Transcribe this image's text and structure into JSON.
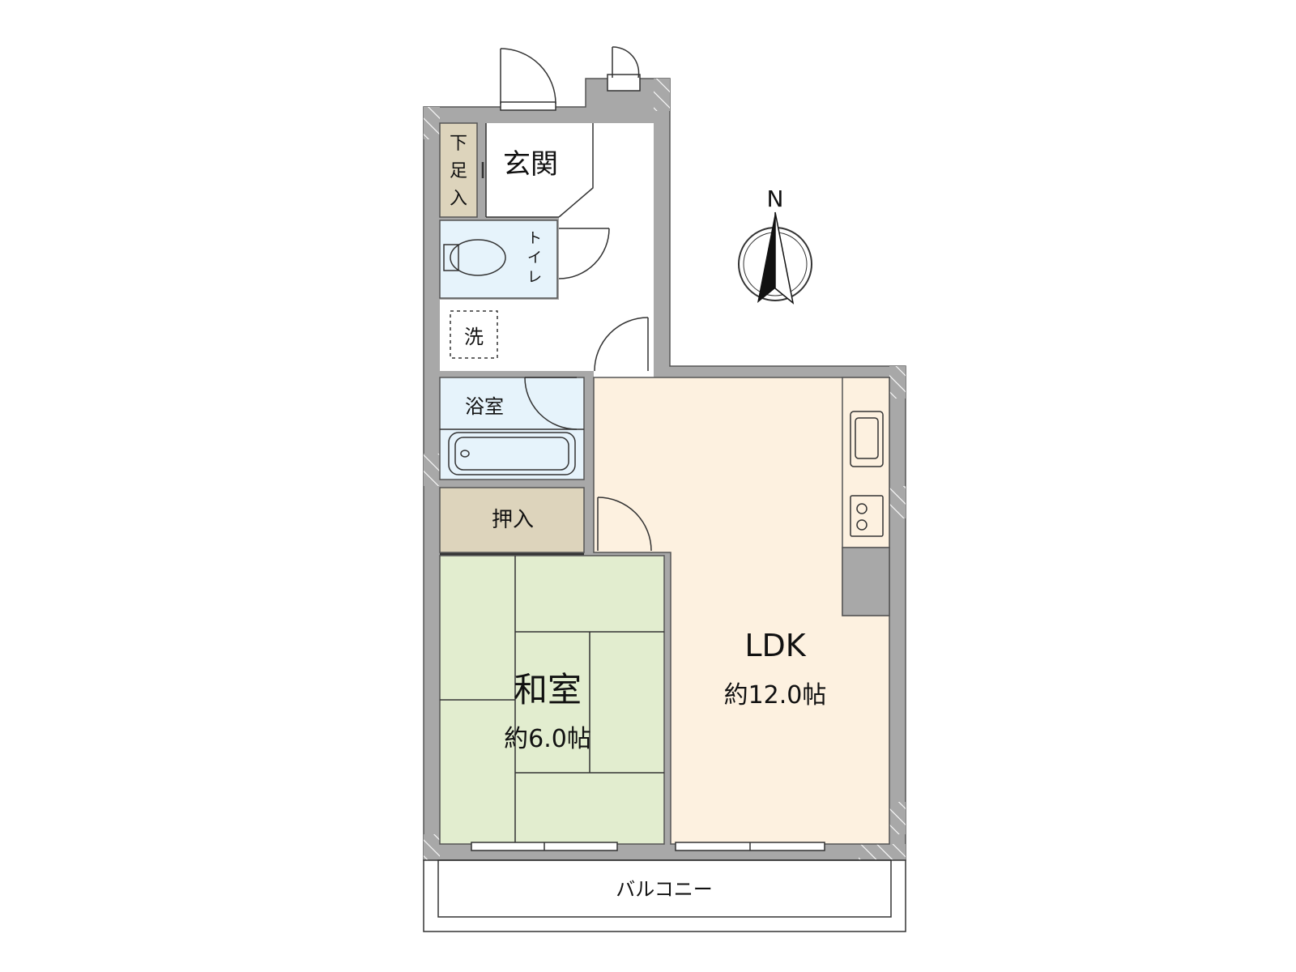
{
  "rooms": {
    "genkan": {
      "label": "玄関"
    },
    "getabako": {
      "label": "下足入",
      "chars": [
        "下",
        "足",
        "入"
      ]
    },
    "toilet": {
      "label": "トイレ",
      "chars": [
        "ト",
        "イ",
        "レ"
      ]
    },
    "washer": {
      "label": "洗"
    },
    "bath": {
      "label": "浴室"
    },
    "closet": {
      "label": "押入"
    },
    "washitsu": {
      "label": "和室",
      "area": "約6.0帖"
    },
    "ldk": {
      "label": "LDK",
      "area": "約12.0帖"
    },
    "balcony": {
      "label": "バルコニー"
    }
  },
  "compass": {
    "label": "N"
  },
  "colors": {
    "wall": "#a8a8a8",
    "ldk": "#fdf1e0",
    "washitsu": "#e2edcf",
    "wet_area": "#e6f3fb",
    "storage": "#ddd4bc",
    "line": "#333333"
  }
}
